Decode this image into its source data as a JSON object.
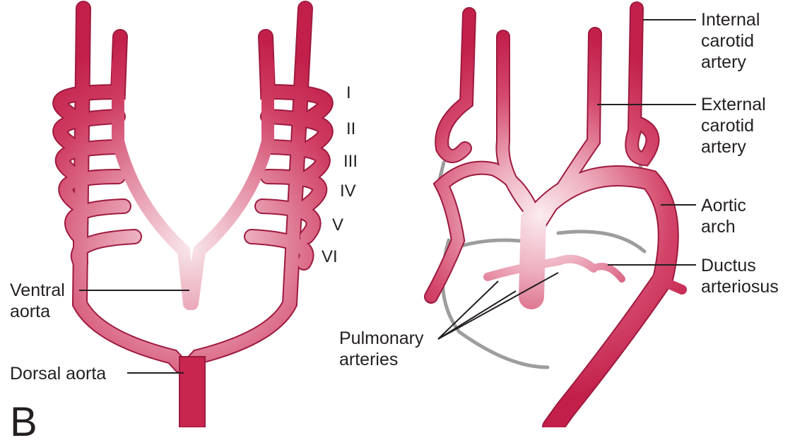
{
  "panel_letter": "B",
  "arch_numerals": [
    "I",
    "II",
    "III",
    "IV",
    "V",
    "VI"
  ],
  "labels": {
    "ventral_aorta": [
      "Ventral",
      "aorta"
    ],
    "dorsal_aorta": [
      "Dorsal aorta"
    ],
    "internal_carotid": [
      "Internal",
      "carotid",
      "artery"
    ],
    "external_carotid": [
      "External",
      "carotid",
      "artery"
    ],
    "aortic_arch": [
      "Aortic",
      "arch"
    ],
    "ductus_arteriosus": [
      "Ductus",
      "arteriosus"
    ],
    "pulmonary_arteries": [
      "Pulmonary",
      "arteries"
    ]
  },
  "colors": {
    "vessel": "#c8254f",
    "vessel_highlight": "#f7e3e8",
    "regressed": "#9d9d9d",
    "leader": "#231f20",
    "text": "#231f20"
  }
}
